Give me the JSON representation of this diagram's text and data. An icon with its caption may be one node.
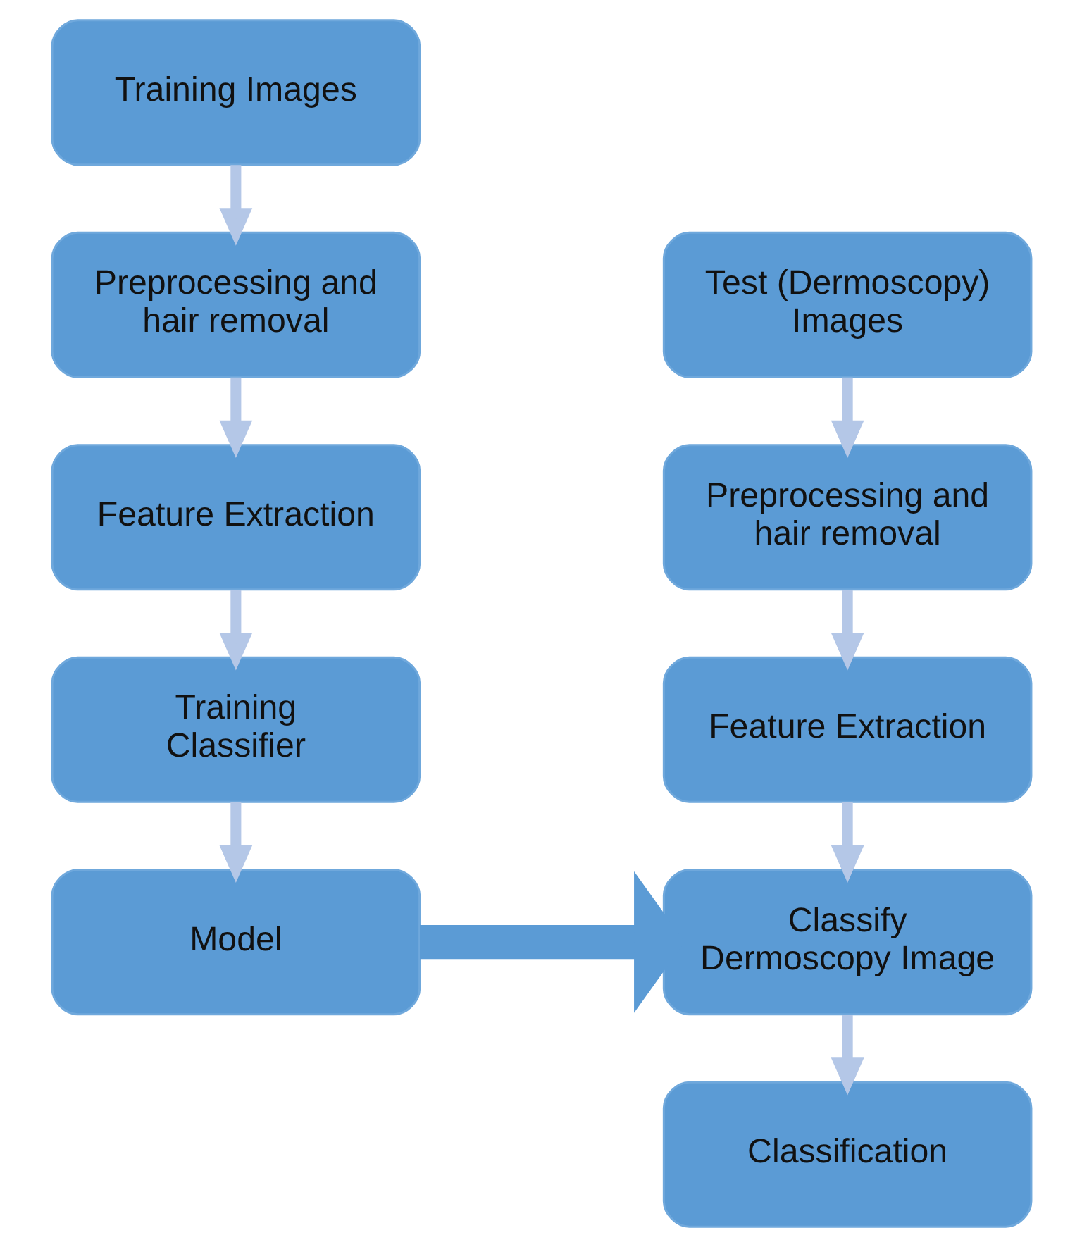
{
  "diagram": {
    "nodes": [
      {
        "text": [
          "Training Images"
        ]
      },
      {
        "text": [
          "Preprocessing and hair removal"
        ]
      },
      {
        "text": [
          "Feature Extraction"
        ]
      },
      {
        "text": [
          "Training Classifier"
        ]
      },
      {
        "text": [
          "Model"
        ]
      },
      {
        "text": [
          "Test (Dermoscopy) Images"
        ]
      },
      {
        "text": [
          "Preprocessing and hair removal"
        ]
      },
      {
        "text": [
          "Feature Extraction"
        ]
      },
      {
        "text": [
          "Classify Dermoscopy Image"
        ]
      },
      {
        "text": [
          "Classification"
        ]
      }
    ],
    "edges": [
      {
        "from": 0,
        "to": 1,
        "arrow": "to"
      },
      {
        "from": 1,
        "to": 2,
        "arrow": "to"
      },
      {
        "from": 2,
        "to": 3,
        "arrow": "to"
      },
      {
        "from": 3,
        "to": 4,
        "arrow": "to"
      },
      {
        "from": 4,
        "to": 8,
        "arrow": "to",
        "style": "thick",
        "color": "#5b9bd5"
      },
      {
        "from": 5,
        "to": 6,
        "arrow": "to"
      },
      {
        "from": 6,
        "to": 7,
        "arrow": "to"
      },
      {
        "from": 7,
        "to": 8,
        "arrow": "to"
      },
      {
        "from": 8,
        "to": 9,
        "arrow": "to"
      }
    ]
  }
}
